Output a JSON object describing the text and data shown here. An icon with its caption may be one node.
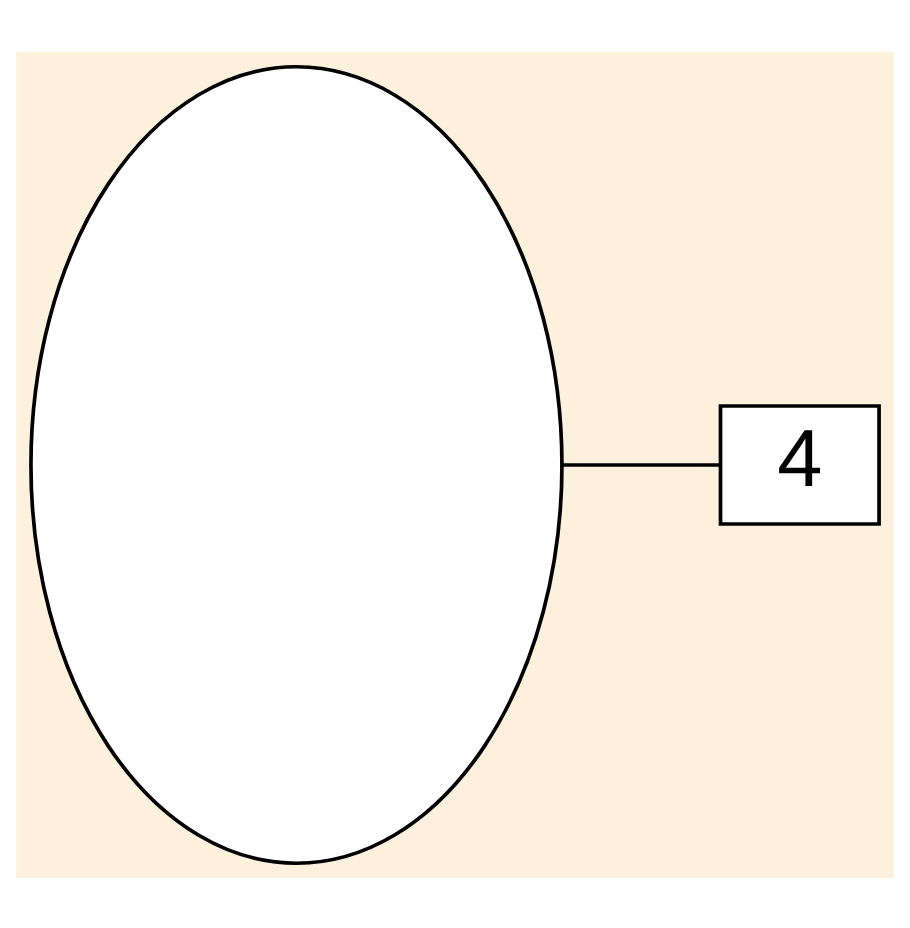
{
  "diagram": {
    "nodes": [
      {
        "text": [],
        "shape": "ellipse"
      },
      {
        "text": [
          "4"
        ]
      }
    ],
    "edges": [
      {
        "from": 0,
        "to": 1,
        "arrow": "none"
      }
    ]
  }
}
